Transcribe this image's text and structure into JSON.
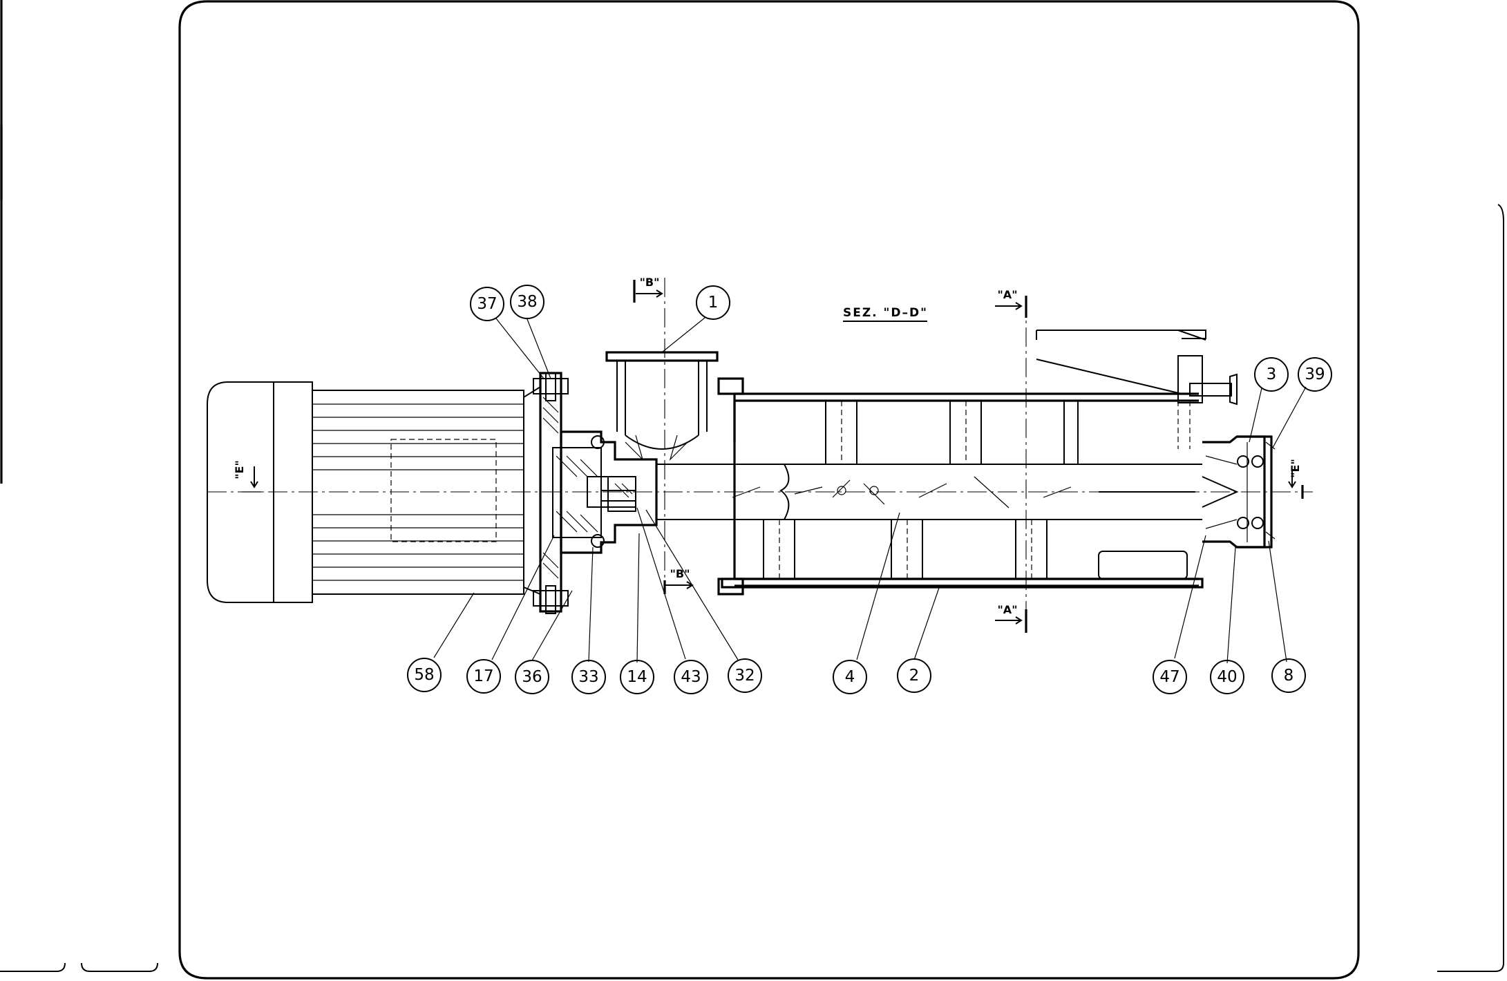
{
  "section_title": "SEZ. \"D–D\"",
  "view_markers": {
    "a_top": "\"A\"",
    "a_bottom": "\"A\"",
    "b_top": "\"B\"",
    "b_bottom": "\"B\"",
    "e_left": "\"E\"",
    "e_right": "\"E\""
  },
  "balloons": {
    "b37": "37",
    "b38": "38",
    "b1": "1",
    "b3": "3",
    "b39": "39",
    "b58": "58",
    "b17": "17",
    "b36": "36",
    "b33": "33",
    "b14": "14",
    "b43": "43",
    "b32": "32",
    "b4": "4",
    "b2": "2",
    "b47": "47",
    "b40": "40",
    "b8": "8"
  },
  "colors": {
    "ink": "#000000",
    "paper": "#ffffff"
  }
}
